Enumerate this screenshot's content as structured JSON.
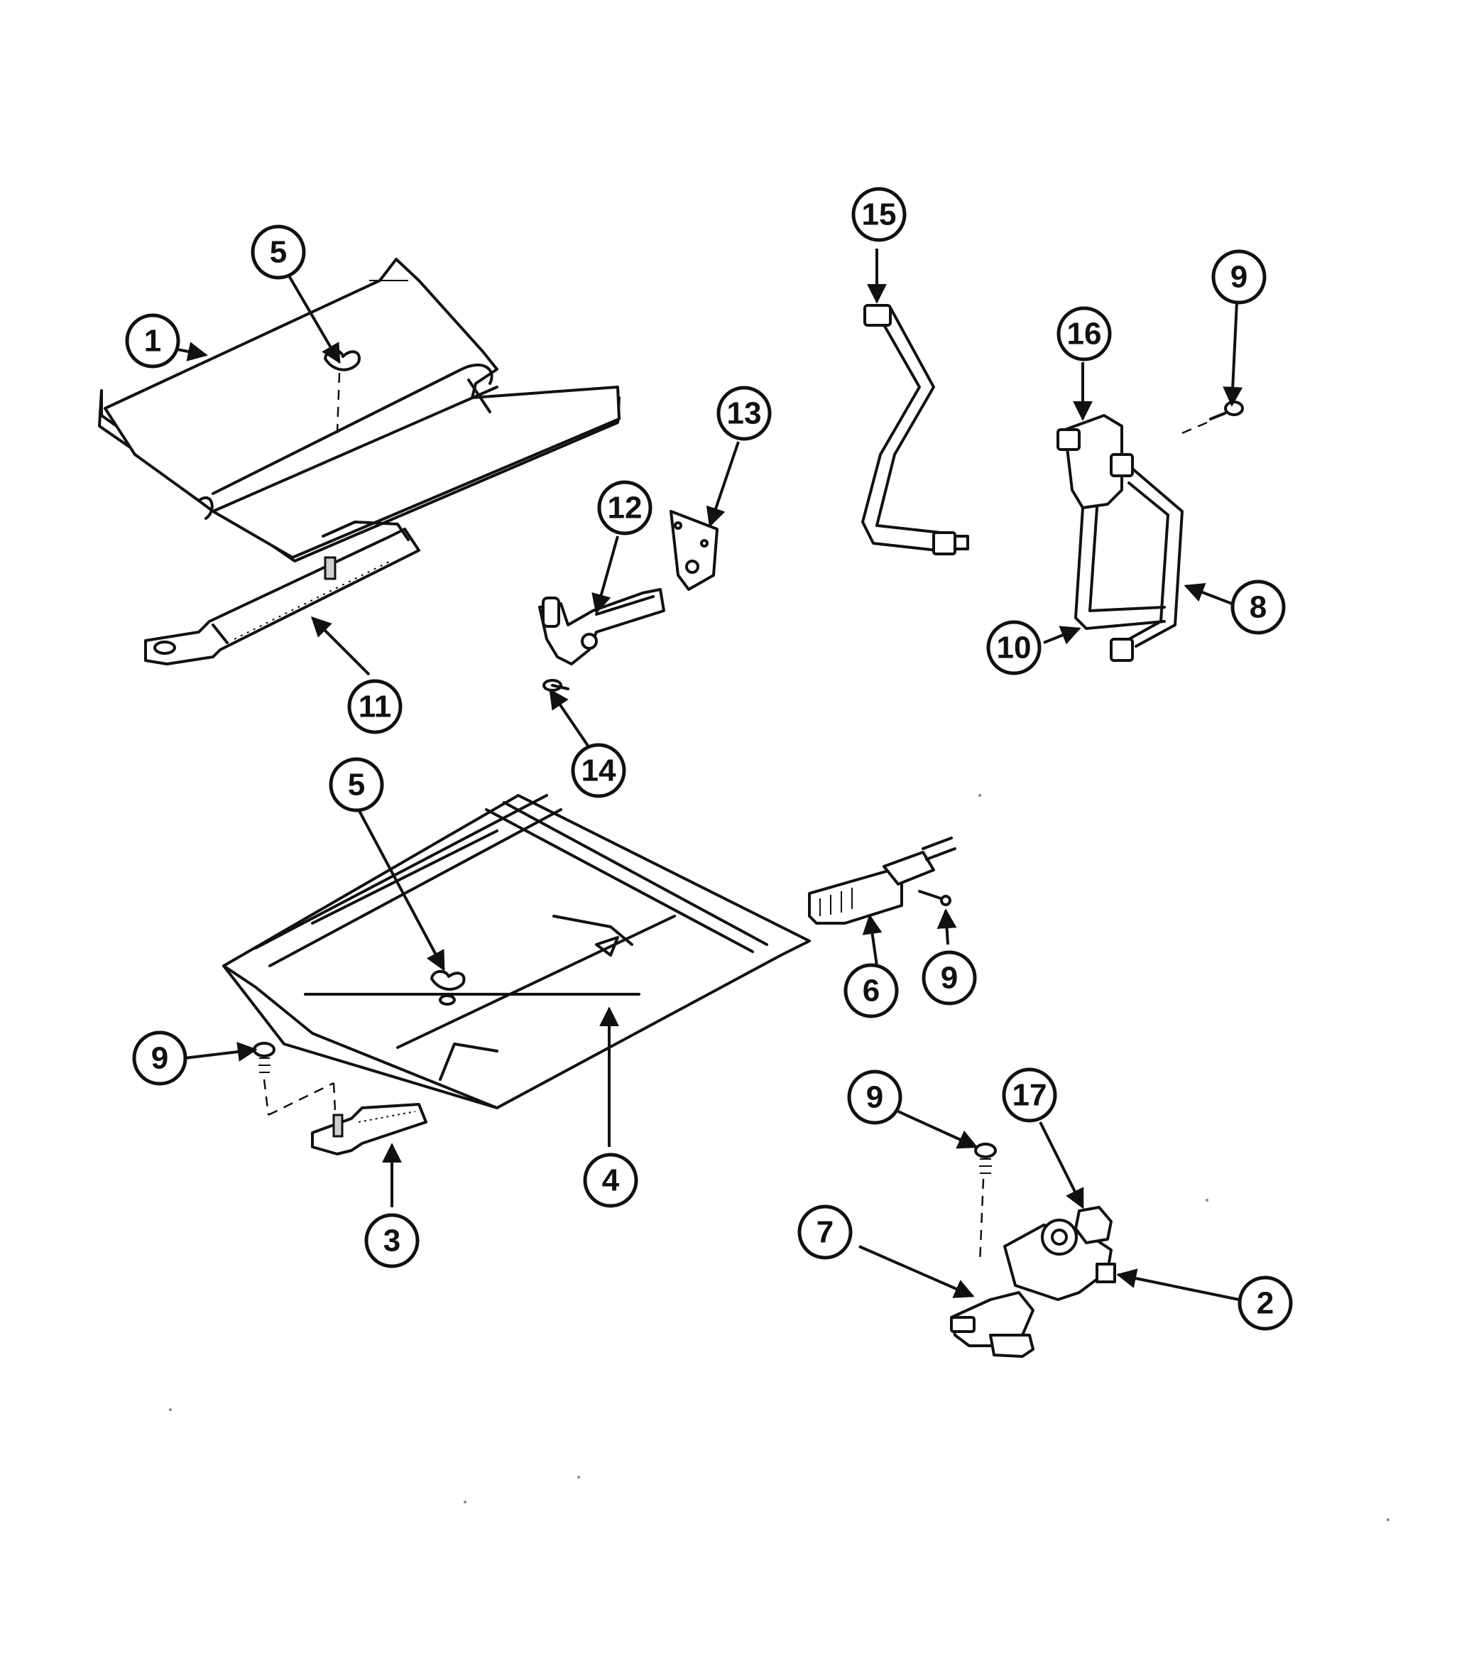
{
  "colors": {
    "ink": "#111111",
    "paper": "#ffffff",
    "shade": "#cfcfcf"
  },
  "callouts": [
    {
      "id": "c1",
      "label": "1"
    },
    {
      "id": "c2",
      "label": "2"
    },
    {
      "id": "c3",
      "label": "3"
    },
    {
      "id": "c4",
      "label": "4"
    },
    {
      "id": "c5a",
      "label": "5"
    },
    {
      "id": "c5b",
      "label": "5"
    },
    {
      "id": "c6",
      "label": "6"
    },
    {
      "id": "c7",
      "label": "7"
    },
    {
      "id": "c8",
      "label": "8"
    },
    {
      "id": "c9a",
      "label": "9"
    },
    {
      "id": "c9b",
      "label": "9"
    },
    {
      "id": "c9c",
      "label": "9"
    },
    {
      "id": "c9d",
      "label": "9"
    },
    {
      "id": "c10",
      "label": "10"
    },
    {
      "id": "c11",
      "label": "11"
    },
    {
      "id": "c12",
      "label": "12"
    },
    {
      "id": "c13",
      "label": "13"
    },
    {
      "id": "c14",
      "label": "14"
    },
    {
      "id": "c15",
      "label": "15"
    },
    {
      "id": "c16",
      "label": "16"
    },
    {
      "id": "c17",
      "label": "17"
    }
  ]
}
